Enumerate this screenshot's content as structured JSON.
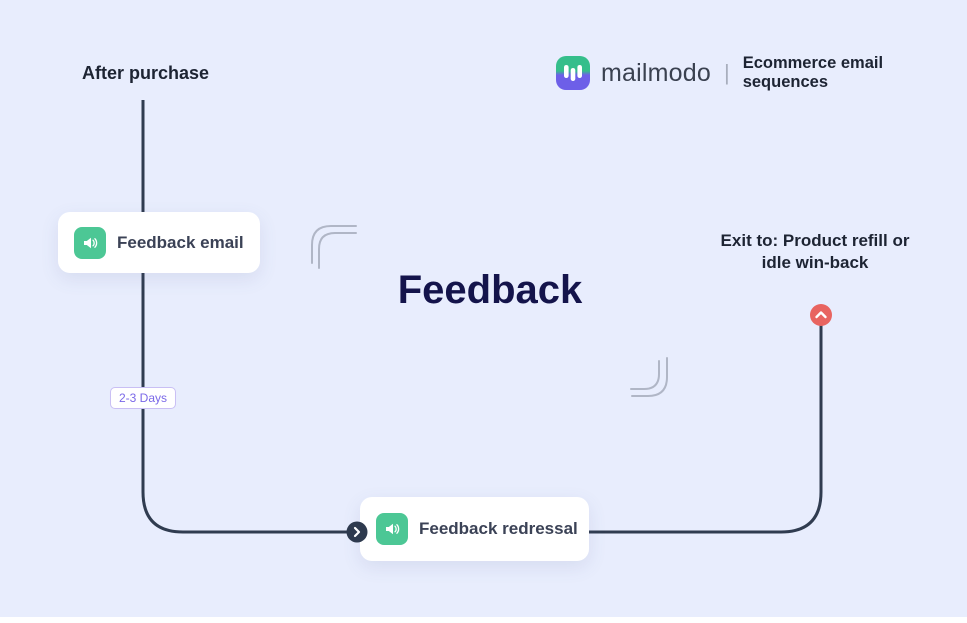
{
  "canvas": {
    "background": "#E8EDFD",
    "bottom_strip_color": "#FFFFFF"
  },
  "header": {
    "brand": "mailmodo",
    "divider": "|",
    "tagline": "Ecommerce email sequences"
  },
  "flow": {
    "entry_label": "After purchase",
    "title": "Feedback",
    "delay_badge": "2-3 Days",
    "exit_label": "Exit to: Product refill or idle win-back",
    "nodes": [
      {
        "label": "Feedback email",
        "icon": "megaphone-icon"
      },
      {
        "label": "Feedback redressal",
        "icon": "megaphone-icon"
      }
    ],
    "markers": [
      {
        "name": "step-arrow",
        "icon": "chevron-right-icon"
      },
      {
        "name": "exit-marker",
        "icon": "chevron-up-icon"
      }
    ]
  },
  "colors": {
    "background": "#E8EDFD",
    "flow_line": "#303C50",
    "node_icon_bg": "#4CC795",
    "exit_marker_bg": "#E86460",
    "step_arrow_bg": "#2E3A4E",
    "badge_text": "#7A68E8",
    "badge_border": "#C9BFF4",
    "title_text": "#14144B",
    "heading_text": "#1D2433",
    "node_text": "#3B4256",
    "decoration": "#B0B6C6",
    "logo_green": "#35BE8B",
    "logo_purple": "#6D5FE8"
  }
}
